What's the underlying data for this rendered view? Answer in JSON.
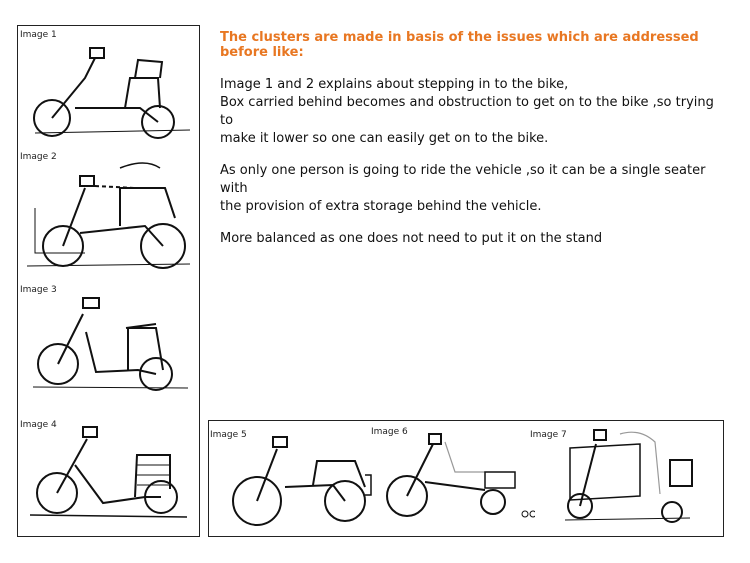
{
  "heading": "The clusters are made in basis of the issues which are addressed before like:",
  "paragraphs": [
    {
      "lines": [
        "Image 1 and 2 explains about stepping in to the bike,",
        "Box carried behind becomes and obstruction to get on to the bike ,so trying to",
        "make it lower so one can easily get on to the bike."
      ]
    },
    {
      "lines": [
        "As only  one  person is going to ride the vehicle  ,so it can be a single seater with",
        "the provision of extra storage behind the vehicle."
      ]
    },
    {
      "lines": [
        "More balanced as one does not need to put it on the stand"
      ]
    }
  ],
  "images": {
    "img1": "Image 1",
    "img2": "Image 2",
    "img3": "Image 3",
    "img4": "Image 4",
    "img5": "Image 5",
    "img6": "Image 6",
    "img7": "Image 7"
  }
}
